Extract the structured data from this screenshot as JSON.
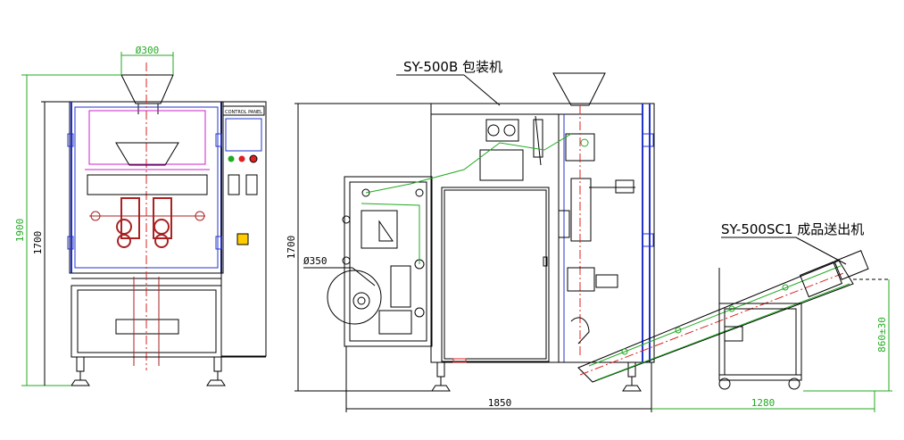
{
  "labels": {
    "packer": "SY-500B  包装机",
    "conveyor": "SY-500SC1 成品送出机"
  },
  "dimensions": {
    "hopper_dia": "Ø300",
    "total_height": "1900",
    "body_height_front": "1700",
    "body_height_side": "1700",
    "film_roll_dia": "Ø350",
    "total_length": "1850",
    "conveyor_length": "1280",
    "discharge_height": "860±30"
  },
  "panel_header": "CONTROL PANEL",
  "colors": {
    "outline": "#000000",
    "frame": "#2233cc",
    "dimension": "#22aa22",
    "center": "#dd2222",
    "accent": "#cc22cc",
    "rollers": "#aa2222"
  }
}
